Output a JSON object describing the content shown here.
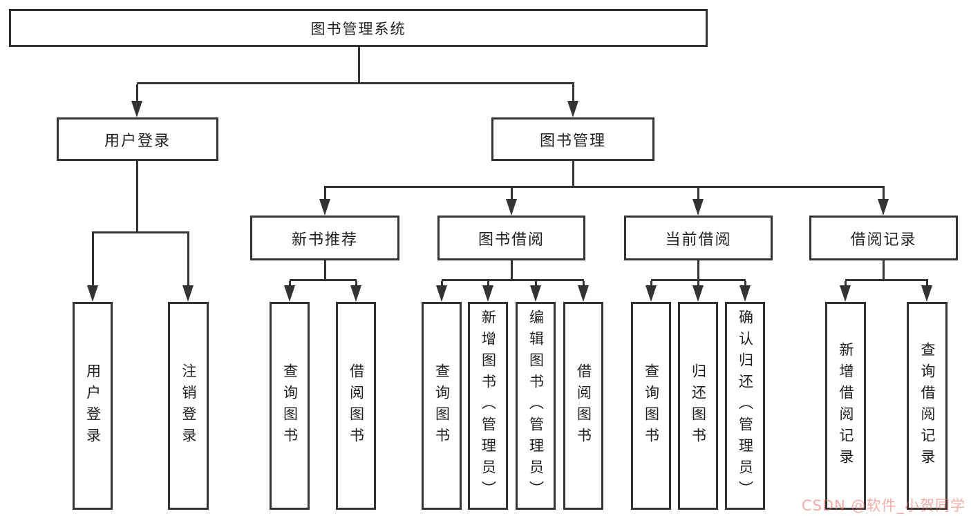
{
  "colors": {
    "line": "#333333",
    "text": "#1f1f1f",
    "background": "#ffffff",
    "watermark": "#eb6760"
  },
  "watermark": {
    "text": "CSDN @软件_小贺同学"
  },
  "diagram": {
    "root": {
      "label": "图书管理系统"
    },
    "branches": [
      {
        "label": "用户登录",
        "children": [
          {
            "label": "用户登录"
          },
          {
            "label": "注销登录"
          }
        ]
      },
      {
        "label": "图书管理",
        "children": [
          {
            "label": "新书推荐",
            "children": [
              {
                "label": "查询图书"
              },
              {
                "label": "借阅图书"
              }
            ]
          },
          {
            "label": "图书借阅",
            "children": [
              {
                "label": "查询图书"
              },
              {
                "label": "新增图书（管理员）"
              },
              {
                "label": "编辑图书（管理员）"
              },
              {
                "label": "借阅图书"
              }
            ]
          },
          {
            "label": "当前借阅",
            "children": [
              {
                "label": "查询图书"
              },
              {
                "label": "归还图书"
              },
              {
                "label": "确认归还（管理员）"
              }
            ]
          },
          {
            "label": "借阅记录",
            "children": [
              {
                "label": "新增借阅记录"
              },
              {
                "label": "查询借阅记录"
              }
            ]
          }
        ]
      }
    ]
  }
}
